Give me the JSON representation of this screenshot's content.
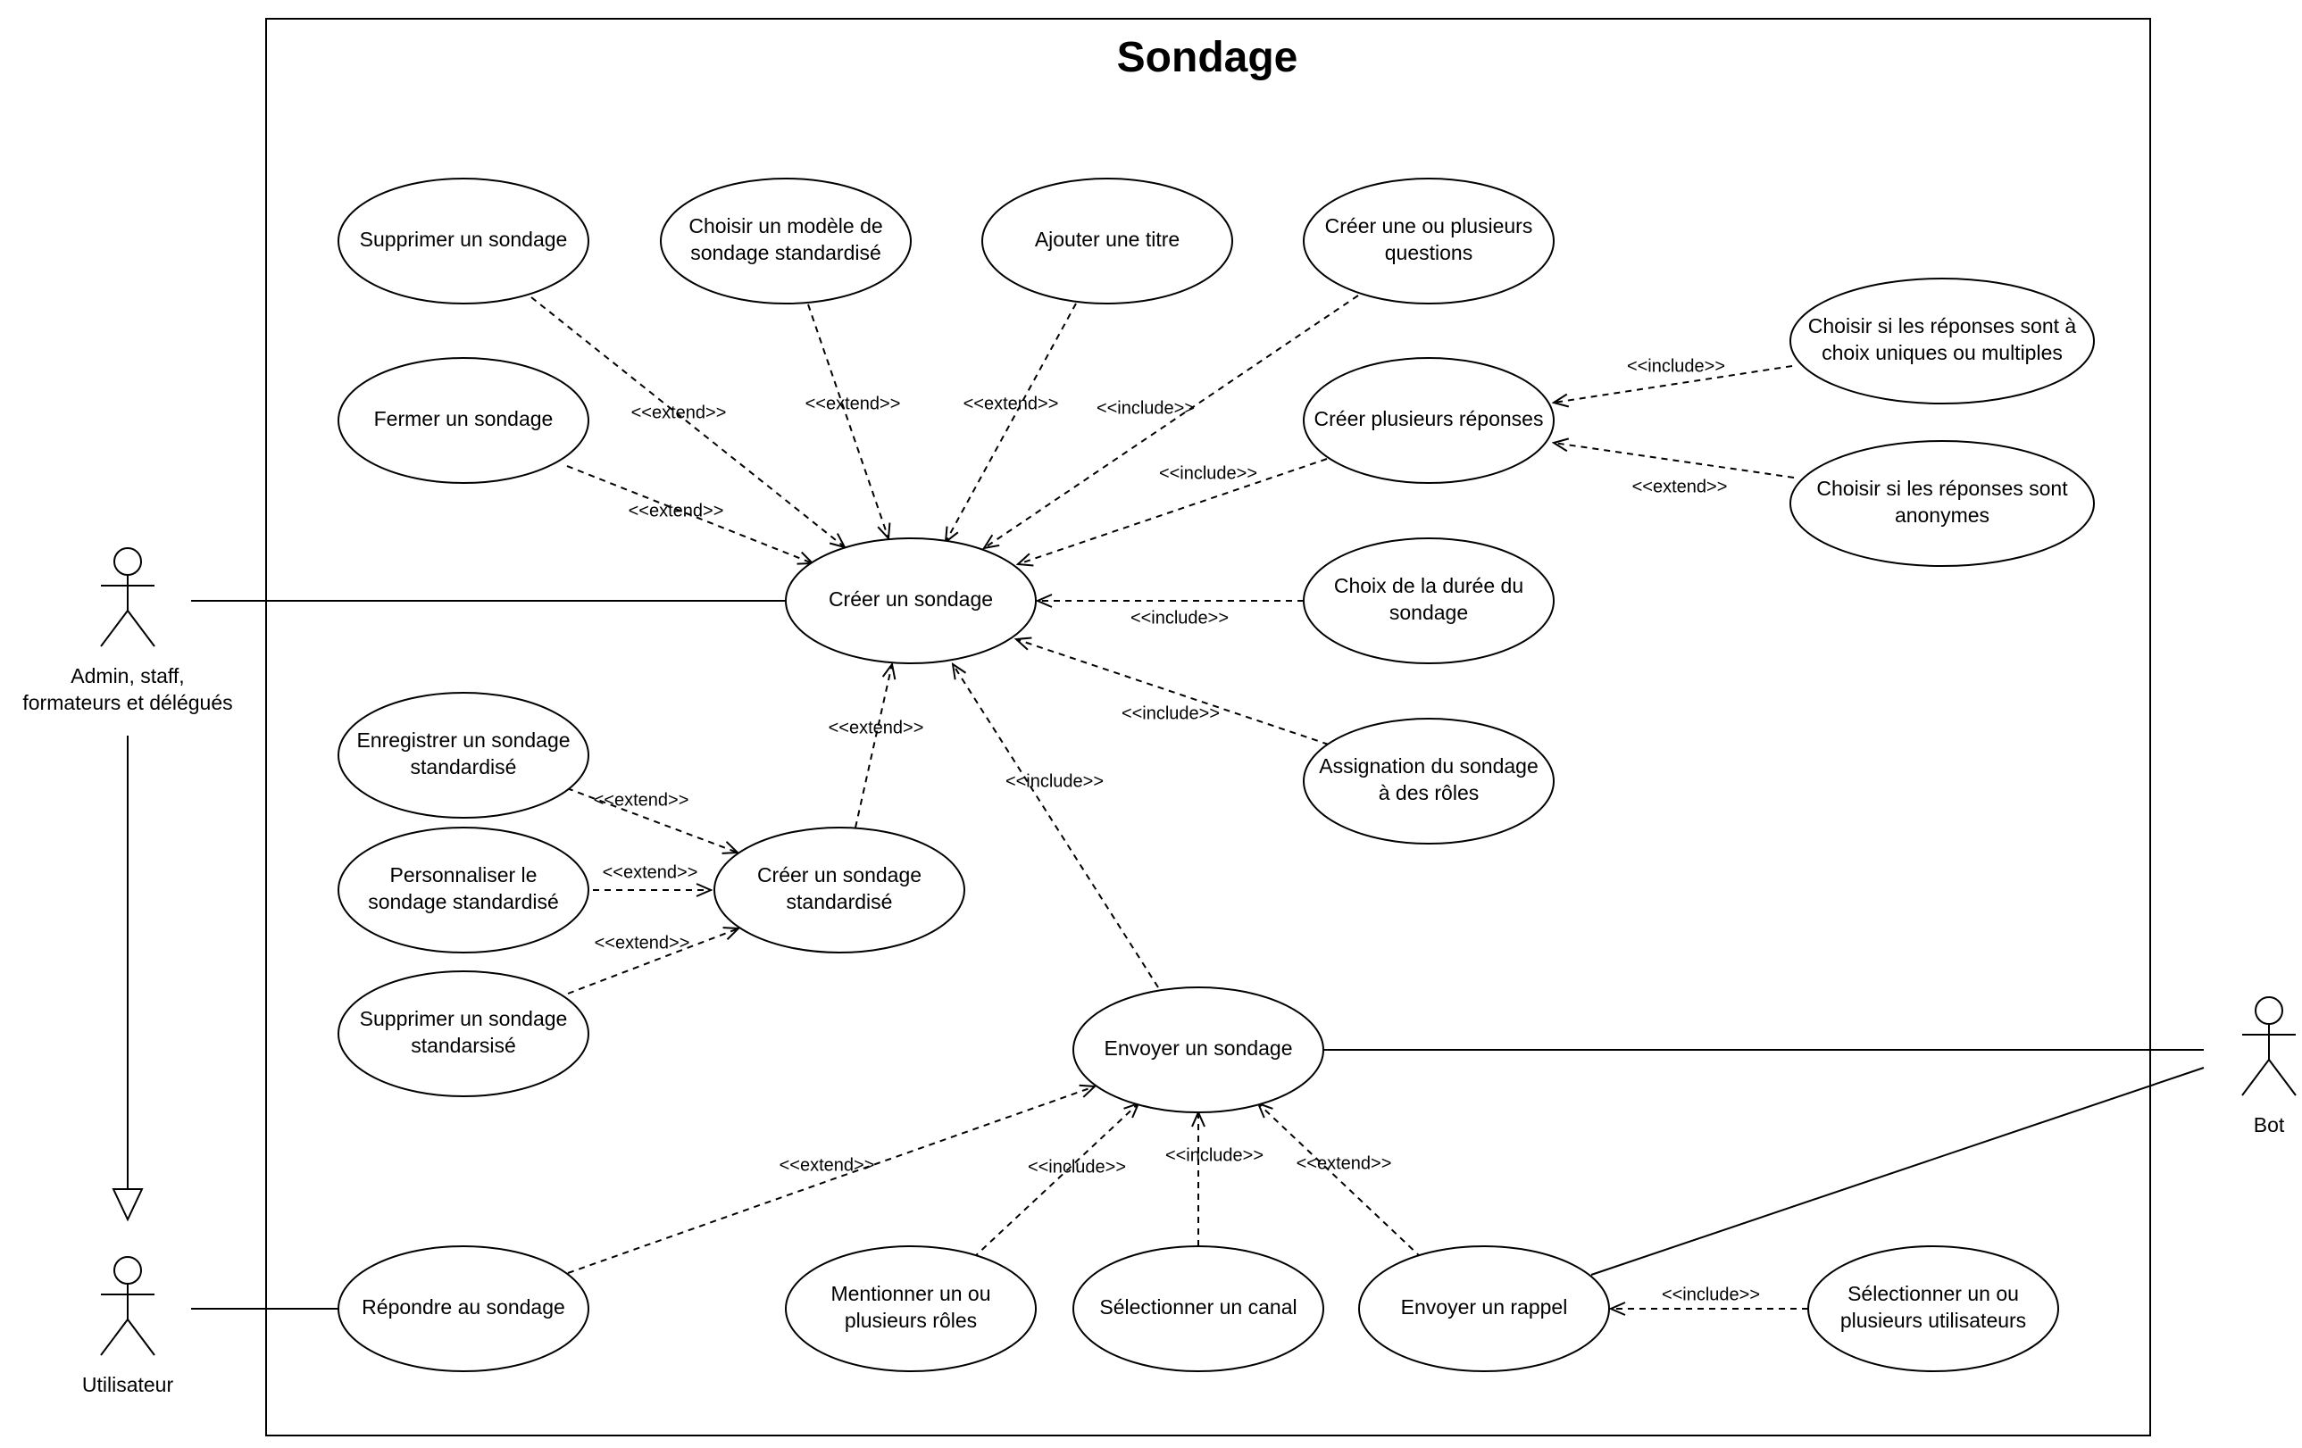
{
  "system": {
    "title": "Sondage"
  },
  "actors": [
    {
      "id": "admin",
      "lines": [
        "Admin, staff,",
        "formateurs et délégués"
      ]
    },
    {
      "id": "user",
      "lines": [
        "Utilisateur"
      ]
    },
    {
      "id": "bot",
      "lines": [
        "Bot"
      ]
    }
  ],
  "usecases": [
    {
      "id": "supprimer",
      "lines": [
        "Supprimer un sondage"
      ]
    },
    {
      "id": "modele",
      "lines": [
        "Choisir un modèle de",
        "sondage standardisé"
      ]
    },
    {
      "id": "titre",
      "lines": [
        "Ajouter une titre"
      ]
    },
    {
      "id": "questions",
      "lines": [
        "Créer une ou plusieurs",
        "questions"
      ]
    },
    {
      "id": "fermer",
      "lines": [
        "Fermer un sondage"
      ]
    },
    {
      "id": "reponses",
      "lines": [
        "Créer plusieurs réponses"
      ]
    },
    {
      "id": "choix_unique",
      "lines": [
        "Choisir si les réponses sont à",
        "choix uniques ou multiples"
      ]
    },
    {
      "id": "anonymes",
      "lines": [
        "Choisir si les réponses sont",
        "anonymes"
      ]
    },
    {
      "id": "creer",
      "lines": [
        "Créer un sondage"
      ]
    },
    {
      "id": "duree",
      "lines": [
        "Choix de la durée du",
        "sondage"
      ]
    },
    {
      "id": "assignation",
      "lines": [
        "Assignation du sondage",
        "à des rôles"
      ]
    },
    {
      "id": "enregistrer",
      "lines": [
        "Enregistrer un sondage",
        "standardisé"
      ]
    },
    {
      "id": "perso",
      "lines": [
        "Personnaliser le",
        "sondage standardisé"
      ]
    },
    {
      "id": "std",
      "lines": [
        "Créer un sondage",
        "standardisé"
      ]
    },
    {
      "id": "suppr_std",
      "lines": [
        "Supprimer un sondage",
        "standarsisé"
      ]
    },
    {
      "id": "envoyer",
      "lines": [
        "Envoyer un sondage"
      ]
    },
    {
      "id": "repondre",
      "lines": [
        "Répondre au sondage"
      ]
    },
    {
      "id": "mention",
      "lines": [
        "Mentionner un ou",
        "plusieurs rôles"
      ]
    },
    {
      "id": "canal",
      "lines": [
        "Sélectionner un canal"
      ]
    },
    {
      "id": "rappel",
      "lines": [
        "Envoyer un rappel"
      ]
    },
    {
      "id": "users_sel",
      "lines": [
        "Sélectionner un ou",
        "plusieurs utilisateurs"
      ]
    }
  ],
  "relations": [
    {
      "id": "r1",
      "label": "<<extend>>"
    },
    {
      "id": "r2",
      "label": "<<extend>>"
    },
    {
      "id": "r3",
      "label": "<<extend>>"
    },
    {
      "id": "r4",
      "label": "<<include>>"
    },
    {
      "id": "r5",
      "label": "<<extend>>"
    },
    {
      "id": "r6",
      "label": "<<include>>"
    },
    {
      "id": "r7",
      "label": "<<include>>"
    },
    {
      "id": "r8",
      "label": "<<extend>>"
    },
    {
      "id": "r9",
      "label": "<<include>>"
    },
    {
      "id": "r10",
      "label": "<<include>>"
    },
    {
      "id": "r11",
      "label": "<<extend>>"
    },
    {
      "id": "r12",
      "label": "<<extend>>"
    },
    {
      "id": "r13",
      "label": "<<extend>>"
    },
    {
      "id": "r14",
      "label": "<<extend>>"
    },
    {
      "id": "r15",
      "label": "<<include>>"
    },
    {
      "id": "r16",
      "label": "<<extend>>"
    },
    {
      "id": "r17",
      "label": "<<include>>"
    },
    {
      "id": "r18",
      "label": "<<include>>"
    },
    {
      "id": "r19",
      "label": "<<extend>>"
    },
    {
      "id": "r20",
      "label": "<<include>>"
    }
  ]
}
